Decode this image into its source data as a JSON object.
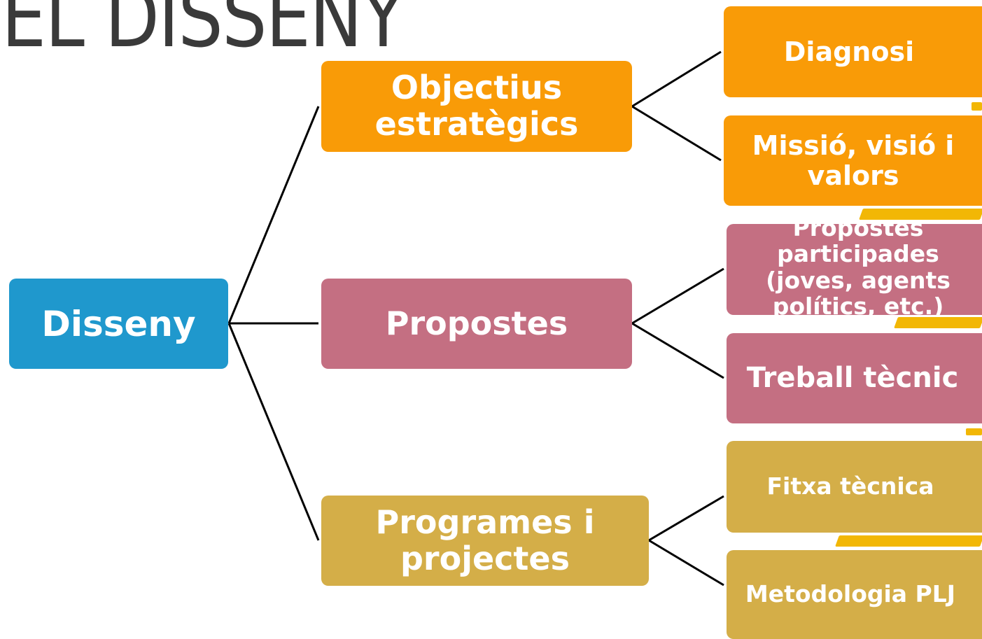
{
  "title": "EL DISSENY",
  "colors": {
    "root": "#1f98cd",
    "orange": "#f99b07",
    "pink": "#c46f82",
    "gold": "#d4ae48",
    "line": "#000000",
    "title": "#3a3a3a",
    "splash": "#f2b705"
  },
  "root": {
    "label": "Disseny"
  },
  "branches": [
    {
      "label": "Objectius estratègics",
      "children": [
        "Diagnosi",
        "Missió, visió i valors"
      ]
    },
    {
      "label": "Propostes",
      "children": [
        "Propostes participades (joves, agents polítics, etc.)",
        "Treball tècnic"
      ]
    },
    {
      "label": "Programes i projectes",
      "children": [
        "Fitxa tècnica",
        "Metodologia PLJ"
      ]
    }
  ]
}
